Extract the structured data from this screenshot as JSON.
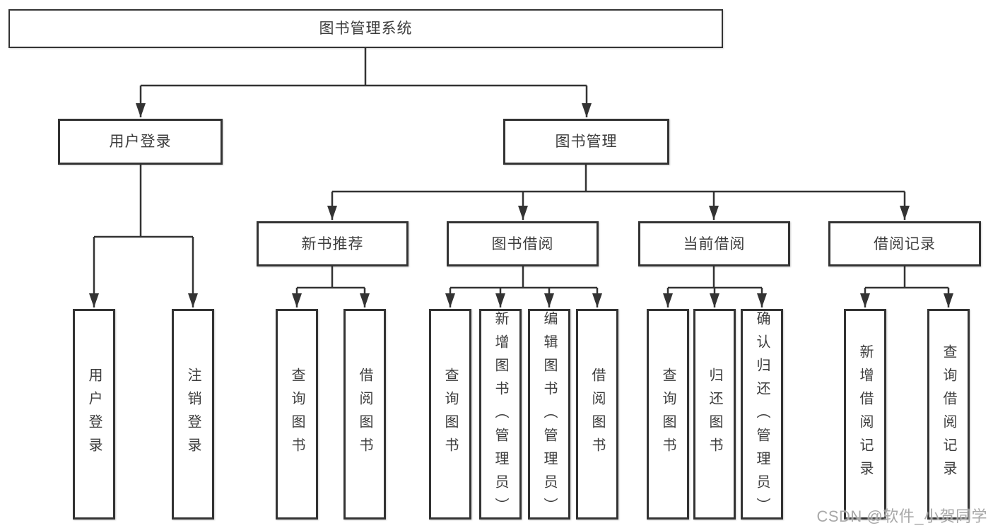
{
  "diagram": {
    "type": "tree",
    "hierarchy": {
      "label": "图书管理系统",
      "children": [
        {
          "label": "用户登录",
          "children": [
            {
              "label": "用户登录"
            },
            {
              "label": "注销登录"
            }
          ]
        },
        {
          "label": "图书管理",
          "children": [
            {
              "label": "新书推荐",
              "children": [
                {
                  "label": "查询图书"
                },
                {
                  "label": "借阅图书"
                }
              ]
            },
            {
              "label": "图书借阅",
              "children": [
                {
                  "label": "查询图书"
                },
                {
                  "label": "新增图书（管理员）"
                },
                {
                  "label": "编辑图书（管理员）"
                },
                {
                  "label": "借阅图书"
                }
              ]
            },
            {
              "label": "当前借阅",
              "children": [
                {
                  "label": "查询图书"
                },
                {
                  "label": "归还图书"
                },
                {
                  "label": "确认归还（管理员）"
                }
              ]
            },
            {
              "label": "借阅记录",
              "children": [
                {
                  "label": "新增借阅记录"
                },
                {
                  "label": "查询借阅记录"
                }
              ]
            }
          ]
        }
      ]
    },
    "colors": {
      "line": "#333333",
      "box_border": "#333333",
      "box_fill": "#ffffff",
      "text": "#3d3d3d",
      "background": "#ffffff",
      "watermark": "#9e9e9e"
    }
  },
  "watermark": {
    "text": "CSDN @软件_小贺同学"
  }
}
